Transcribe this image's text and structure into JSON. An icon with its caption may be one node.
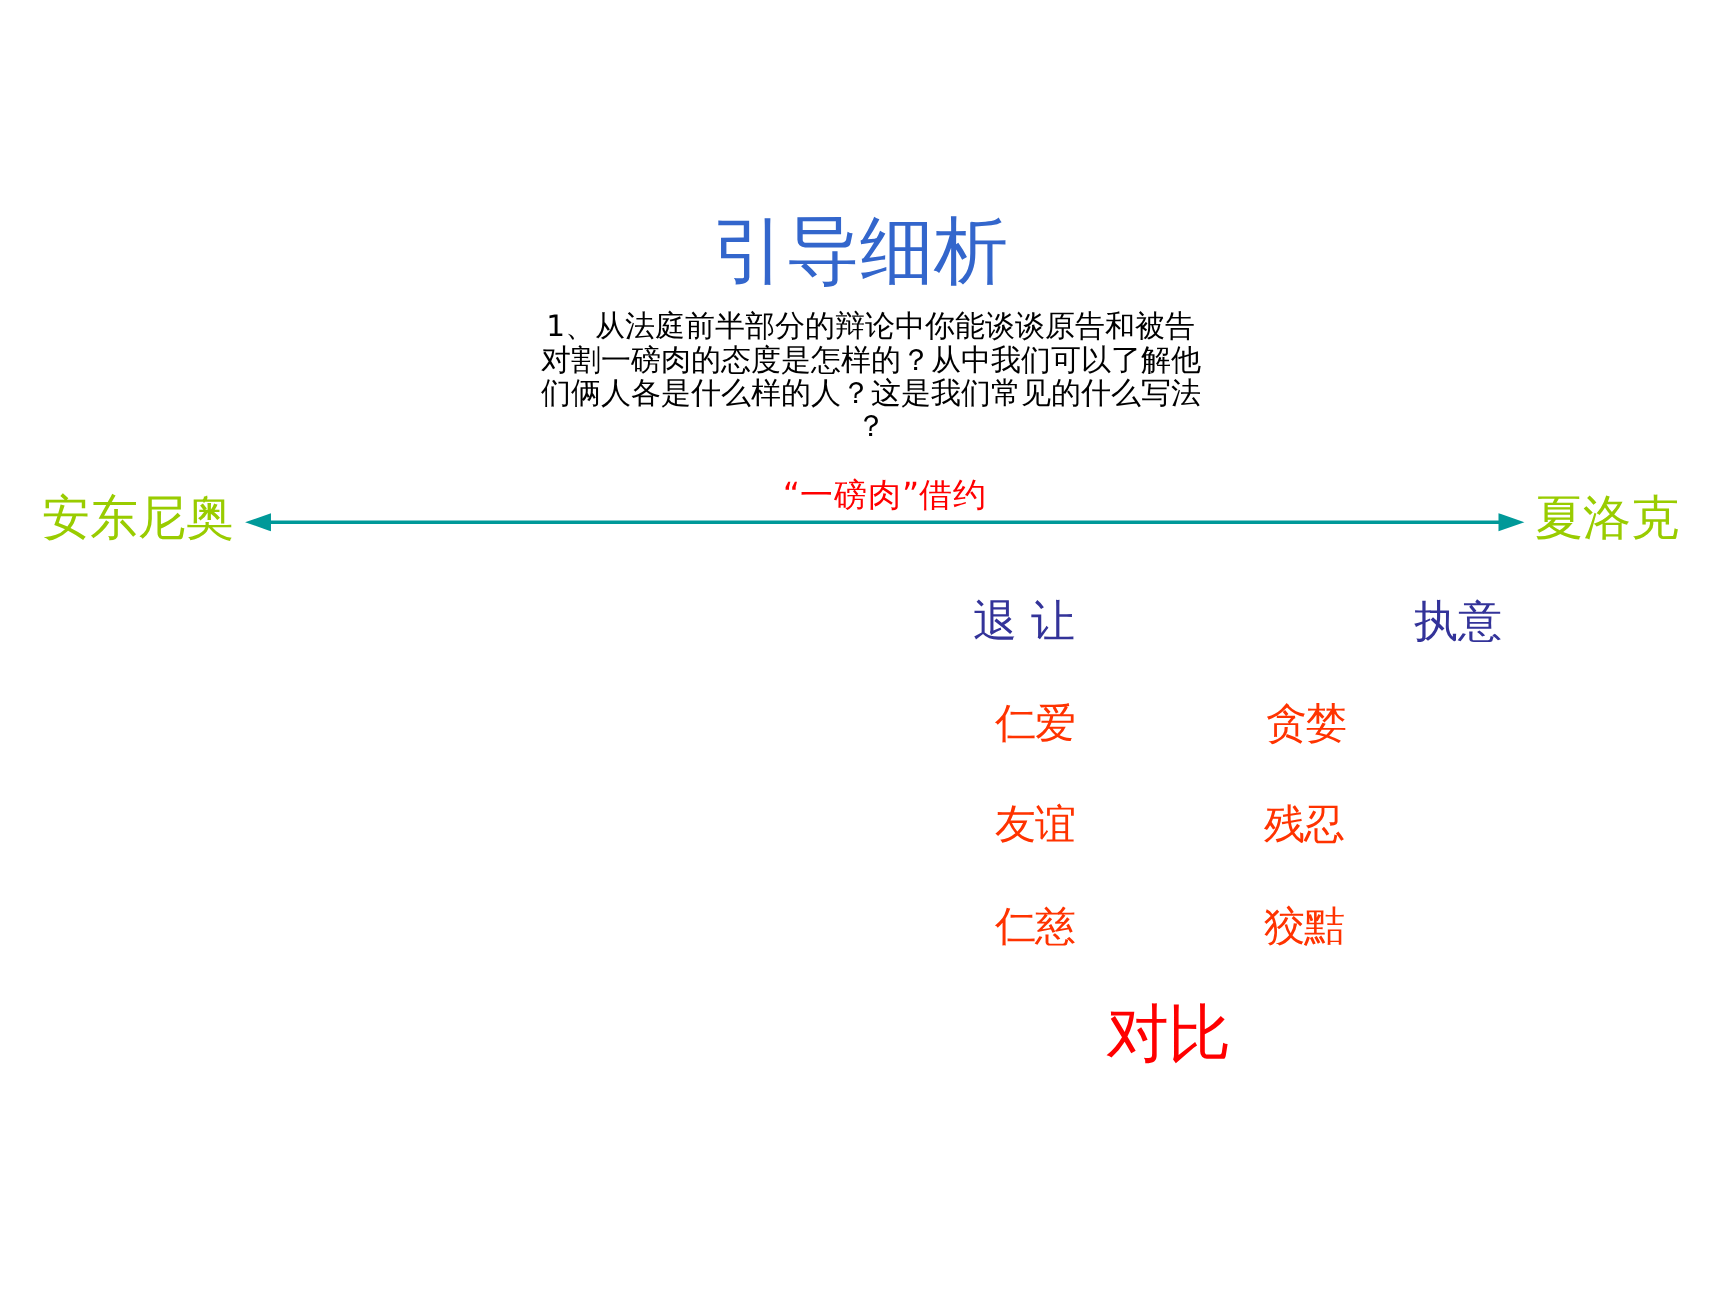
{
  "diagram": {
    "title": "引导细析",
    "nodes": [
      {
        "text": [
          "安东尼奥"
        ]
      },
      {
        "text": [
          "夏洛克"
        ]
      }
    ],
    "edges": [
      {
        "from": 0,
        "to": 1,
        "arrow": "both",
        "label": "“一磅肉”借约",
        "color": "#009999"
      }
    ],
    "labels": [
      "1、从法庭前半部分的辩论中你能谈谈原告和被告对割一磅肉的态度是怎样的？从中我们可以了解他们俩人各是什么样的人？这是我们常见的什么写法？",
      "退 让",
      "执意",
      "仁爱",
      "贪婪",
      "友谊",
      "残忍",
      "仁慈",
      "狡黠",
      "对比"
    ]
  }
}
